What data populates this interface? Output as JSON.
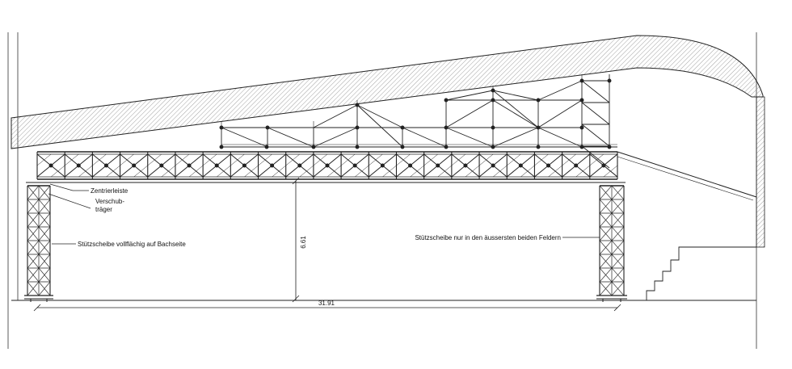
{
  "labels": {
    "zentrierleiste": "Zentrierleiste",
    "verschub_line1": "Verschub-",
    "verschub_line2": "träger",
    "stuetz_left": "Stützscheibe vollflächig auf Bachseite",
    "stuetz_right": "Stützscheibe nur in den äussersten beiden Feldern"
  },
  "dimensions": {
    "height": "6.61",
    "span": "31.91"
  },
  "colors": {
    "line": "#1a1a1a",
    "hatch": "#7a7a7a"
  }
}
